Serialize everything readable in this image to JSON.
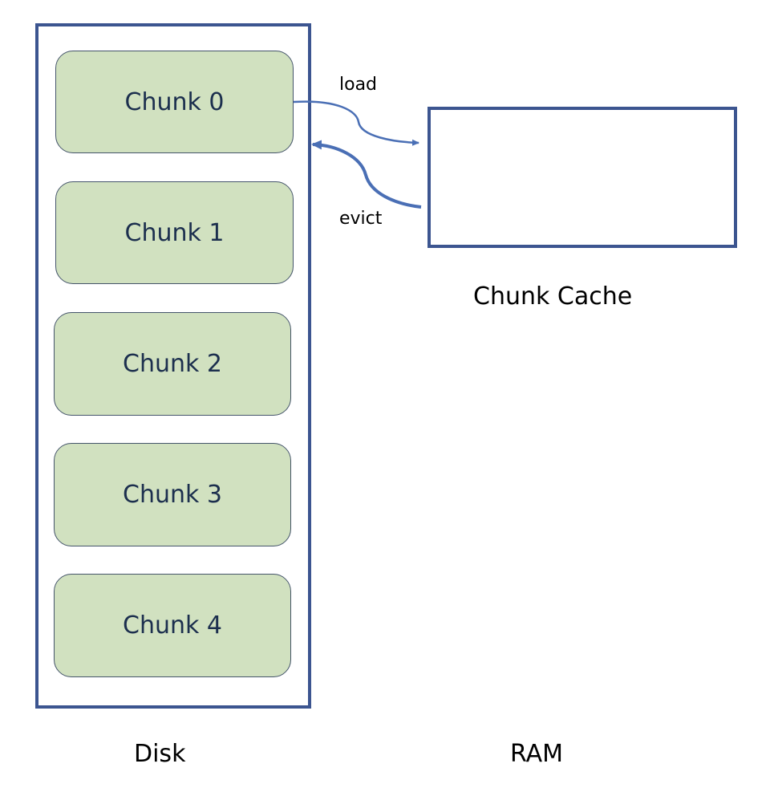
{
  "disk": {
    "label": "Disk",
    "chunks": [
      "Chunk 0",
      "Chunk 1",
      "Chunk 2",
      "Chunk 3",
      "Chunk 4"
    ]
  },
  "ram": {
    "label": "RAM",
    "cache_label": "Chunk Cache"
  },
  "arrows": {
    "load_label": "load",
    "evict_label": "evict"
  },
  "colors": {
    "border": "#3c5590",
    "chunk_fill": "#d1e1c0",
    "chunk_text": "#1c2f4e",
    "arrow": "#4a6fb5"
  }
}
